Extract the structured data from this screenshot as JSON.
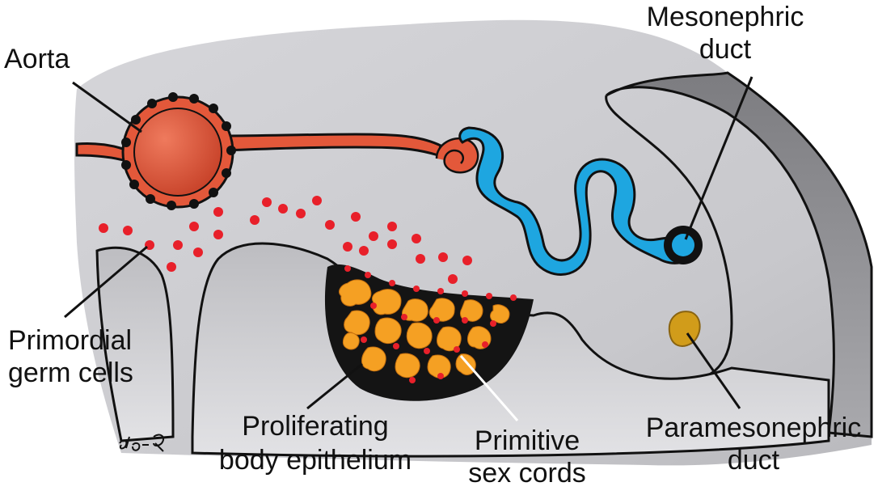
{
  "labels": {
    "aorta": "Aorta",
    "mesonephric_line1": "Mesonephric",
    "mesonephric_line2": "duct",
    "primordial_line1": "Primordial",
    "primordial_line2": "germ cells",
    "proliferating_line1": "Proliferating",
    "proliferating_line2": "body epithelium",
    "primitive_line1": "Primitive",
    "primitive_line2": "sex cords",
    "paramesonephric_line1": "Paramesonephric",
    "paramesonephric_line2": "duct"
  },
  "signature": "slo-R",
  "colors": {
    "tissue": "#cfcfd3",
    "fold": "#8f8f93",
    "aorta": "#e3583a",
    "mesonephric": "#1ea6e0",
    "paramesonephric": "#d19c1a",
    "germ_cell": "#e8202a",
    "sex_cord": "#f5a023",
    "epithelium": "#141414"
  }
}
